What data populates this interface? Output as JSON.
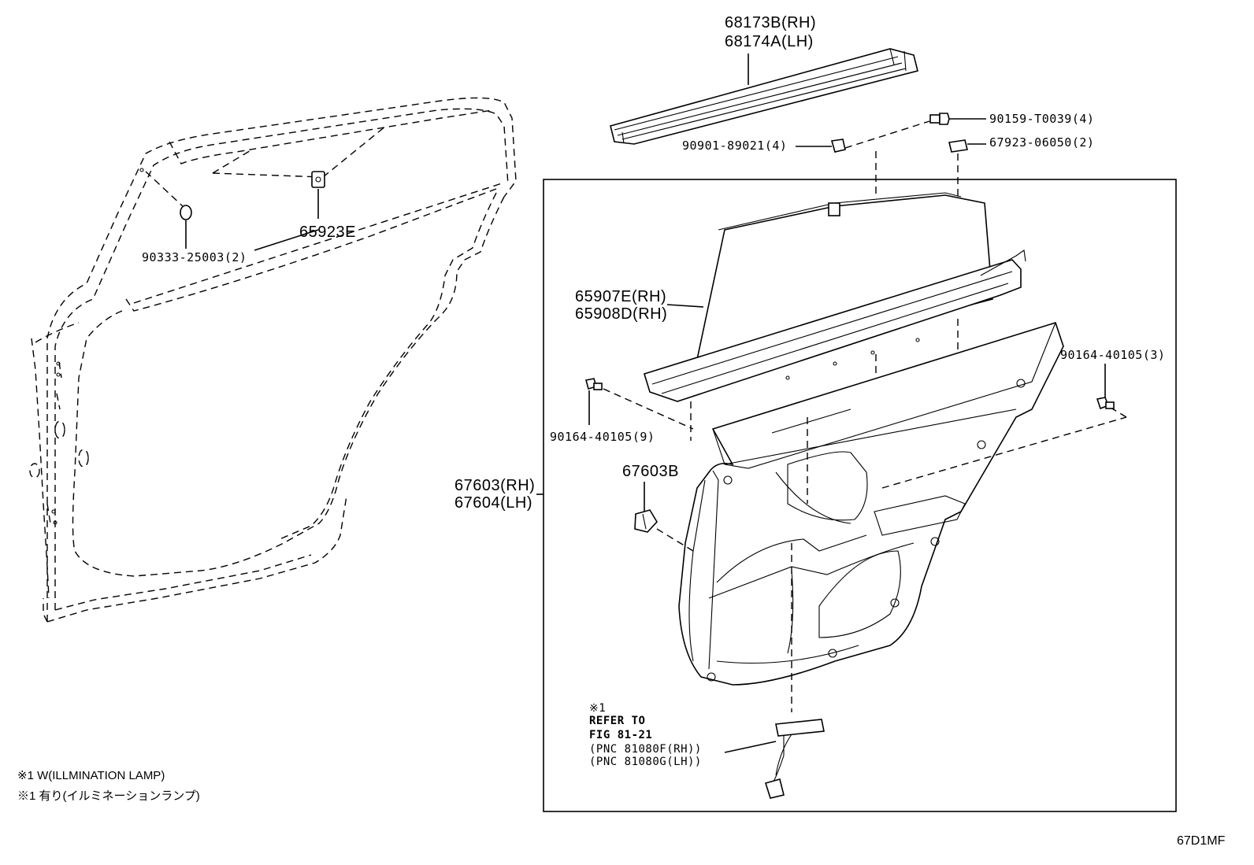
{
  "labels": {
    "p68173b": "68173B(RH)",
    "p68174a": "68174A(LH)",
    "p90159": "90159-T0039(4)",
    "p90901": "90901-89021(4)",
    "p67923": "67923-06050(2)",
    "p65923e": "65923E",
    "p90333": "90333-25003(2)",
    "p65907e": "65907E(RH)",
    "p65908d": "65908D(RH)",
    "p90164_3": "90164-40105(3)",
    "p90164_9": "90164-40105(9)",
    "p67603": "67603(RH)",
    "p67604": "67604(LH)",
    "p67603b": "67603B"
  },
  "refer": {
    "mark": "※1",
    "line1": "REFER TO",
    "line2": "FIG 81-21",
    "line3": "(PNC 81080F(RH))",
    "line4": "(PNC 81080G(LH))"
  },
  "notes": {
    "line1": "※1 W(ILLMINATION LAMP)",
    "line2": "※1 有り(イルミネーションランプ)"
  },
  "figure_code": "67D1MF"
}
